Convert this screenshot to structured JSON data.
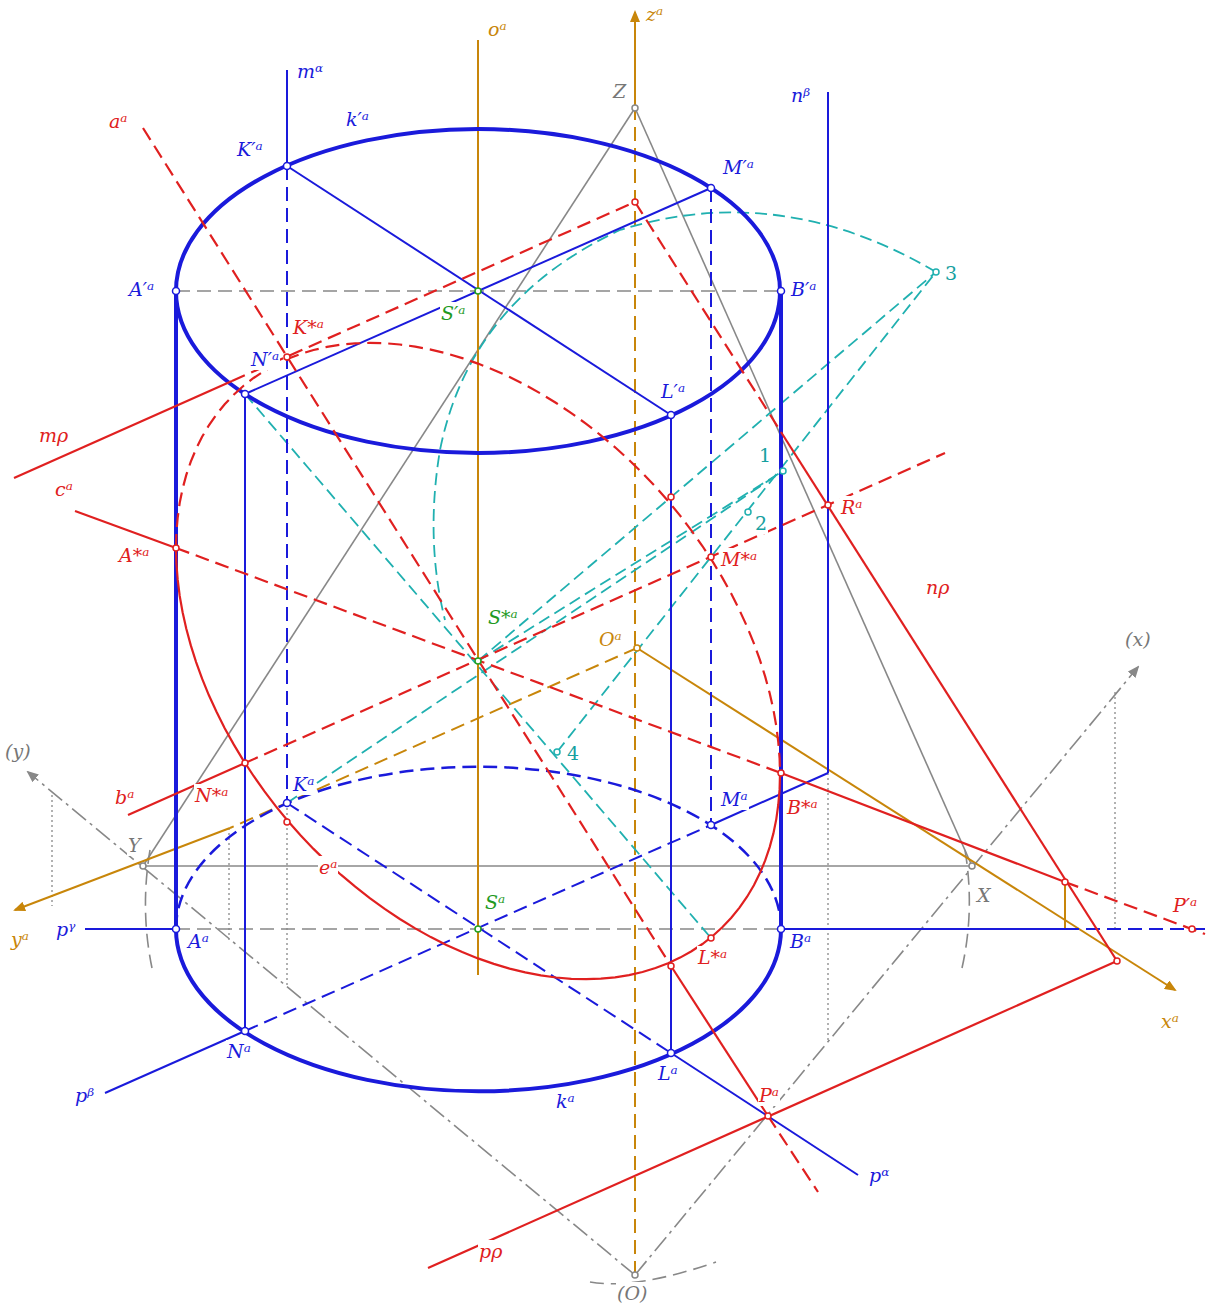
{
  "diagram": {
    "labels": [
      "mᵅ",
      "oᵃ",
      "zᵃ",
      "Z",
      "nᵝ",
      "aᵃ",
      "K′ᵃ",
      "k′ᵃ",
      "M′ᵃ",
      "A′ᵃ",
      "B′ᵃ",
      "3",
      "S′ᵃ",
      "K*ᵃ",
      "N′ᵃ",
      "mρ",
      "L′ᵃ",
      "1",
      "cᵃ",
      "Rᵃ",
      "2",
      "A*ᵃ",
      "M*ᵃ",
      "S*ᵃ",
      "Oᵃ",
      "nρ",
      "(x)",
      "(y)",
      "4",
      "bᵃ",
      "N*ᵃ",
      "Kᵃ",
      "Mᵃ",
      "B*ᵃ",
      "Y",
      "X",
      "eᵃ",
      "Sᵃ",
      "pᵞ",
      "Aᵃ",
      "Bᵃ",
      "P′ᵃ",
      "yᵃ",
      "L*ᵃ",
      "xᵃ",
      "Nᵃ",
      "pᵝ",
      "Lᵃ",
      "kᵃ",
      "Pᵃ",
      "pᵅ",
      "pρ",
      "(O)"
    ]
  }
}
